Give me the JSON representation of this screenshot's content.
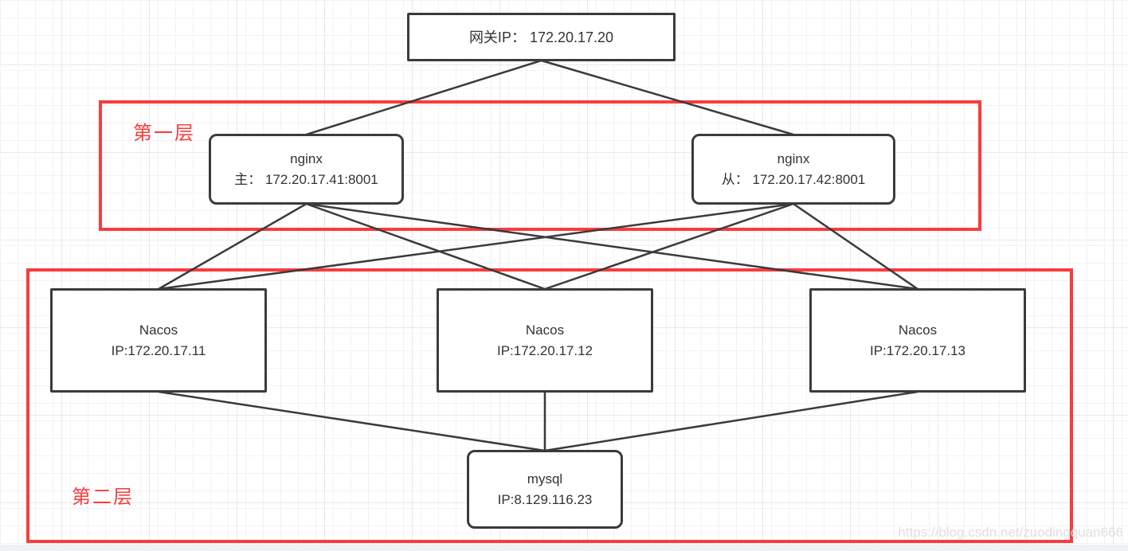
{
  "diagram": {
    "nodes": [
      {
        "id": "gateway",
        "lines": [
          "网关IP： 172.20.17.20"
        ]
      },
      {
        "id": "nginx-master",
        "lines": [
          "nginx",
          "主： 172.20.17.41:8001"
        ]
      },
      {
        "id": "nginx-slave",
        "lines": [
          "nginx",
          "从： 172.20.17.42:8001"
        ]
      },
      {
        "id": "nacos-1",
        "lines": [
          "Nacos",
          "IP:172.20.17.11"
        ]
      },
      {
        "id": "nacos-2",
        "lines": [
          "Nacos",
          "IP:172.20.17.12"
        ]
      },
      {
        "id": "nacos-3",
        "lines": [
          "Nacos",
          "IP:172.20.17.13"
        ]
      },
      {
        "id": "mysql",
        "lines": [
          "mysql",
          "IP:8.129.116.23"
        ]
      }
    ],
    "edges": [
      {
        "from": "gateway",
        "to": "nginx-master"
      },
      {
        "from": "gateway",
        "to": "nginx-slave"
      },
      {
        "from": "nginx-master",
        "to": "nacos-1"
      },
      {
        "from": "nginx-master",
        "to": "nacos-2"
      },
      {
        "from": "nginx-master",
        "to": "nacos-3"
      },
      {
        "from": "nginx-slave",
        "to": "nacos-1"
      },
      {
        "from": "nginx-slave",
        "to": "nacos-2"
      },
      {
        "from": "nginx-slave",
        "to": "nacos-3"
      },
      {
        "from": "nacos-1",
        "to": "mysql"
      },
      {
        "from": "nacos-2",
        "to": "mysql"
      },
      {
        "from": "nacos-3",
        "to": "mysql"
      }
    ],
    "groups": [
      {
        "id": "layer-1",
        "label": "第一层"
      },
      {
        "id": "layer-2",
        "label": "第二层"
      }
    ],
    "colors": {
      "node_border": "#3b3b3b",
      "edge": "#3a3a3a",
      "group": "#fa3c3c",
      "node_text": "#333333",
      "watermark": "#dcdce0"
    },
    "watermark": "https://blog.csdn.net/zuodingquan666"
  }
}
